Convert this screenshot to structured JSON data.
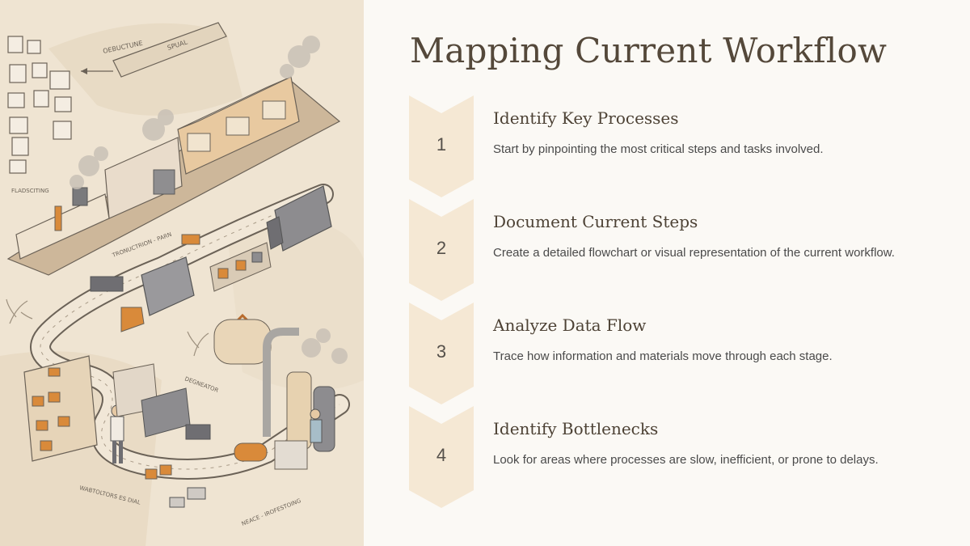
{
  "slide": {
    "title": "Mapping Current Workflow",
    "accent_color": "#f5e8d4",
    "steps": [
      {
        "number": "1",
        "title": "Identify Key Processes",
        "description": "Start by pinpointing the most critical steps and tasks involved."
      },
      {
        "number": "2",
        "title": "Document Current Steps",
        "description": "Create a detailed flowchart or visual representation of the current workflow."
      },
      {
        "number": "3",
        "title": "Analyze Data Flow",
        "description": "Trace how information and materials move through each stage."
      },
      {
        "number": "4",
        "title": "Identify Bottlenecks",
        "description": "Look for areas where processes are slow, inefficient, or prone to delays."
      }
    ]
  },
  "illustration": {
    "labels": [
      "OEBUCTUNE",
      "SPUAL",
      "FLADSCITING",
      "TRONUCTRION - PARN",
      "DEGNEATOR",
      "WABTOLTORS ES DIAL",
      "NEACE - IROFESTOING"
    ]
  }
}
